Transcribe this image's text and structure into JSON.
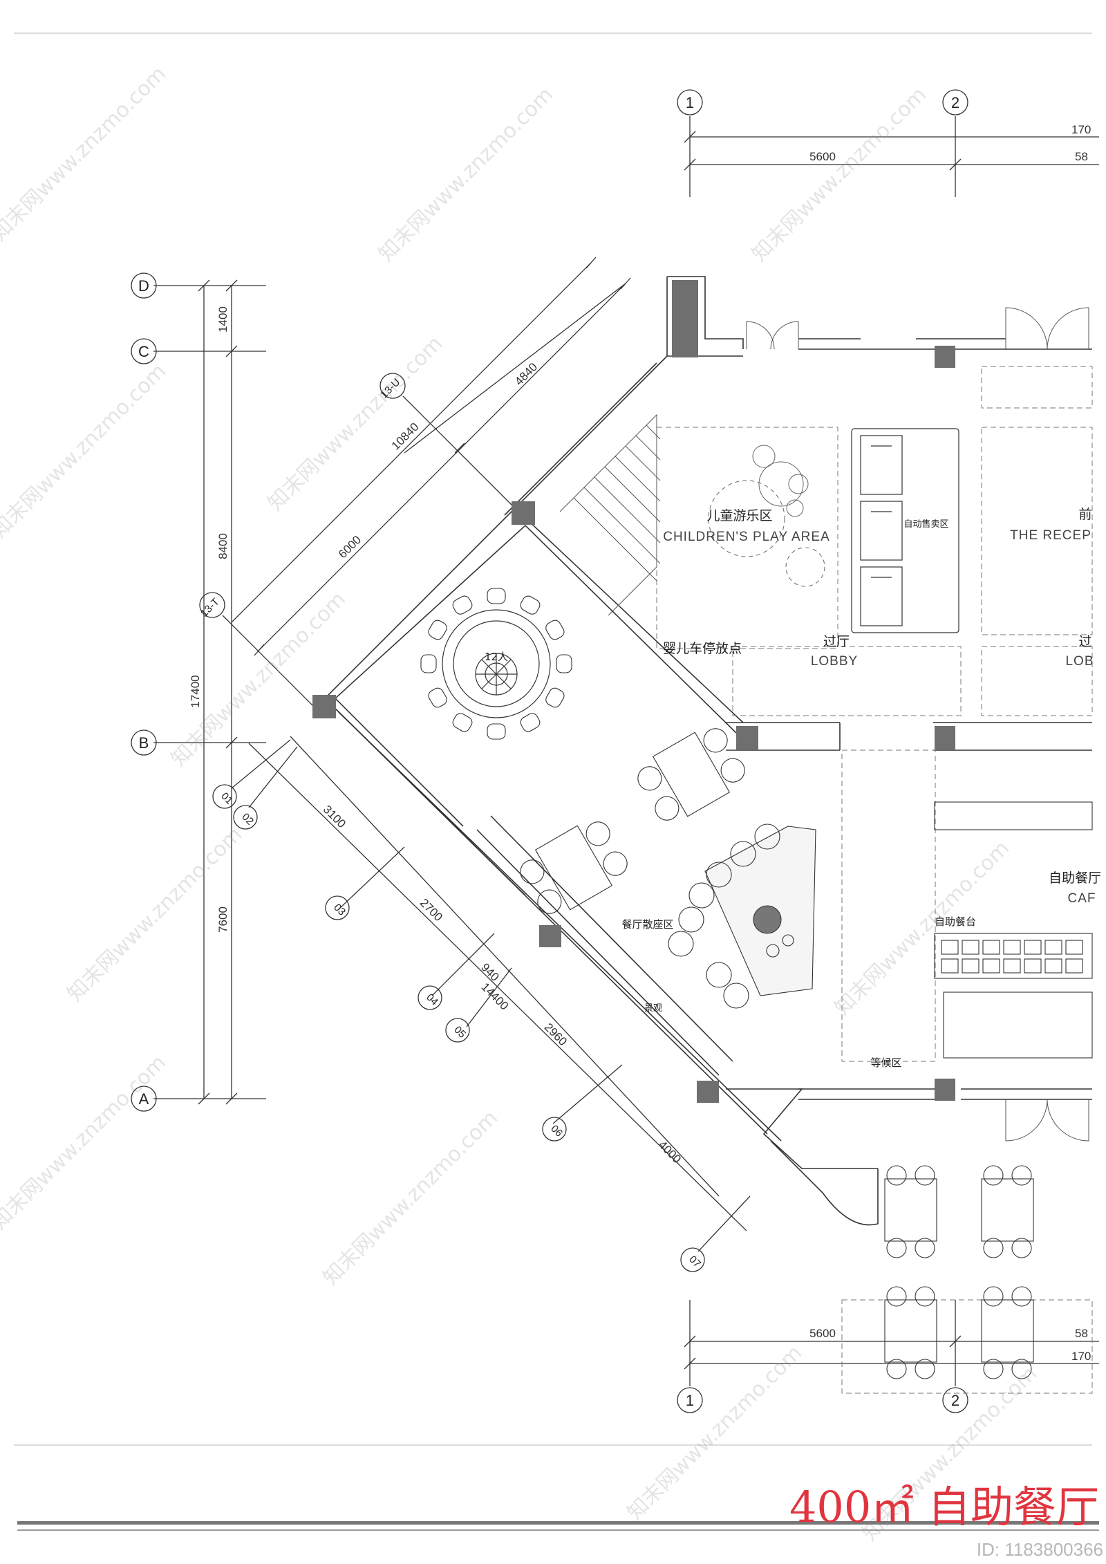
{
  "grid_axes": {
    "top_numbers": [
      "1",
      "2"
    ],
    "bottom_numbers": [
      "1",
      "2"
    ],
    "letters": [
      "D",
      "C",
      "B",
      "A"
    ],
    "angled": [
      "13-U",
      "13-T",
      "01",
      "02",
      "03",
      "04",
      "05",
      "06",
      "07"
    ]
  },
  "dimensions": {
    "top_partial": "170",
    "top_span": "5600",
    "top_span_partial": "58",
    "bottom_span": "5600",
    "bottom_span_partial": "58",
    "bottom_partial": "170",
    "left_1400": "1400",
    "left_8400": "8400",
    "left_17400": "17400",
    "left_7600": "7600",
    "diag_4840": "4840",
    "diag_10840": "10840",
    "diag_6000": "6000",
    "diag_3100": "3100",
    "diag_2700": "2700",
    "diag_940": "940",
    "diag_14400": "14400",
    "diag_2960": "2960",
    "diag_4000": "4000"
  },
  "rooms": {
    "play_area_cn": "儿童游乐区",
    "play_area_en": "CHILDREN'S PLAY AREA",
    "vending_cn": "自动售卖区",
    "reception_cn": "前",
    "reception_en": "THE RECEP",
    "stroller_cn": "婴儿车停放点",
    "lobby_cn": "过厅",
    "lobby_en": "LOBBY",
    "lobby2_cn": "过",
    "lobby2_en": "LOB",
    "table_12": "12人",
    "dining_cn": "餐厅散座区",
    "feature_cn": "景观",
    "buffet_cn": "自助餐厅",
    "buffet_en": "CAF",
    "buffet_counter_cn": "自助餐台",
    "waiting_cn": "等候区"
  },
  "title": "400㎡ 自助餐厅",
  "id_text": "ID: 1183800366",
  "watermark": "知末网www.znzmo.com",
  "colors": {
    "title": "#e0353f",
    "wall": "#6f6f6f",
    "line": "#333333",
    "watermark": "#8a8a8a"
  }
}
